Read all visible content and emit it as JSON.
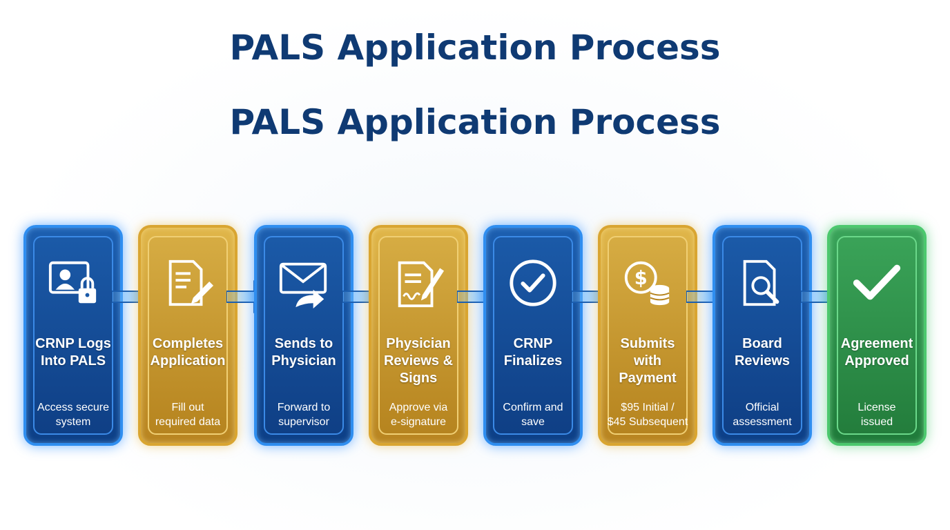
{
  "titles": {
    "first": "PALS Application Process",
    "second": "PALS Application Process"
  },
  "steps": [
    {
      "title_line1": "CRNP Logs",
      "title_line2": "Into PALS",
      "title_line3": "",
      "desc_line1": "Access secure",
      "desc_line2": "system",
      "color": "blue",
      "icon": "user-lock-icon"
    },
    {
      "title_line1": "Completes",
      "title_line2": "Application",
      "title_line3": "",
      "desc_line1": "Fill out",
      "desc_line2": "required data",
      "color": "gold",
      "icon": "document-pen-icon"
    },
    {
      "title_line1": "Sends to",
      "title_line2": "Physician",
      "title_line3": "",
      "desc_line1": "Forward to",
      "desc_line2": "supervisor",
      "color": "blue",
      "icon": "envelope-forward-icon"
    },
    {
      "title_line1": "Physician",
      "title_line2": "Reviews &",
      "title_line3": "Signs",
      "desc_line1": "Approve via",
      "desc_line2": "e-signature",
      "color": "gold",
      "icon": "document-signature-icon"
    },
    {
      "title_line1": "CRNP",
      "title_line2": "Finalizes",
      "title_line3": "",
      "desc_line1": "Confirm and",
      "desc_line2": "save",
      "color": "blue",
      "icon": "check-circle-icon"
    },
    {
      "title_line1": "Submits",
      "title_line2": "with",
      "title_line3": "Payment",
      "desc_line1": "$95 Initial /",
      "desc_line2": "$45 Subsequent",
      "color": "gold",
      "icon": "coins-icon"
    },
    {
      "title_line1": "Board",
      "title_line2": "Reviews",
      "title_line3": "",
      "desc_line1": "Official",
      "desc_line2": "assessment",
      "color": "blue",
      "icon": "document-search-icon"
    },
    {
      "title_line1": "Agreement",
      "title_line2": "Approved",
      "title_line3": "",
      "desc_line1": "License",
      "desc_line2": "issued",
      "color": "green",
      "icon": "checkmark-icon"
    }
  ],
  "colors": {
    "title": "#0f3a73",
    "blue": "#1b5aa8",
    "gold": "#d6ac43",
    "green": "#3aa358",
    "arrow": "#2f8ef0"
  }
}
